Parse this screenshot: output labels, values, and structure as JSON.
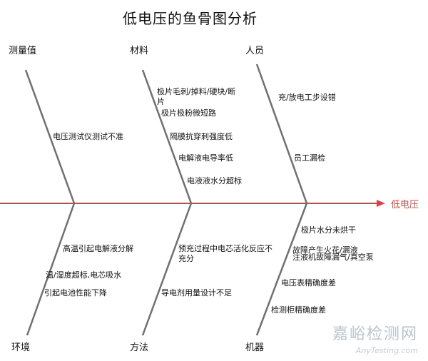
{
  "title": "低电压的鱼骨图分析",
  "effect": "低电压",
  "categories": {
    "top": [
      "测量值",
      "材料",
      "人员"
    ],
    "bottom": [
      "环境",
      "方法",
      "机器"
    ]
  },
  "causes": {
    "measurement": [
      "电压测试仪测试不准"
    ],
    "material": [
      "极片毛刺/掉料/硬块/断片",
      "极片极粉微短路",
      "隔膜抗穿刺强度低",
      "电解液电导率低",
      "电液液水分超标"
    ],
    "personnel": [
      "充/放电工步设错",
      "员工漏检"
    ],
    "environment": [
      "高温引起电解液分解",
      "温/湿度超标,电芯吸水",
      "引起电池性能下降"
    ],
    "method": [
      "预充过程中电芯活化反应不充分",
      "导电剂用量设计不足"
    ],
    "machine": [
      "极片水分未烘干",
      "故障产生火花/漏液",
      "注液机故障漏气/真空泵",
      "电压表精确度差",
      "检测柜精确度差"
    ]
  },
  "watermark": {
    "cn": "嘉峪检测网",
    "en": "AnyTesting.com"
  },
  "colors": {
    "spine": "#e0403a",
    "bone": "#707070",
    "effect_text": "#e0403a"
  }
}
